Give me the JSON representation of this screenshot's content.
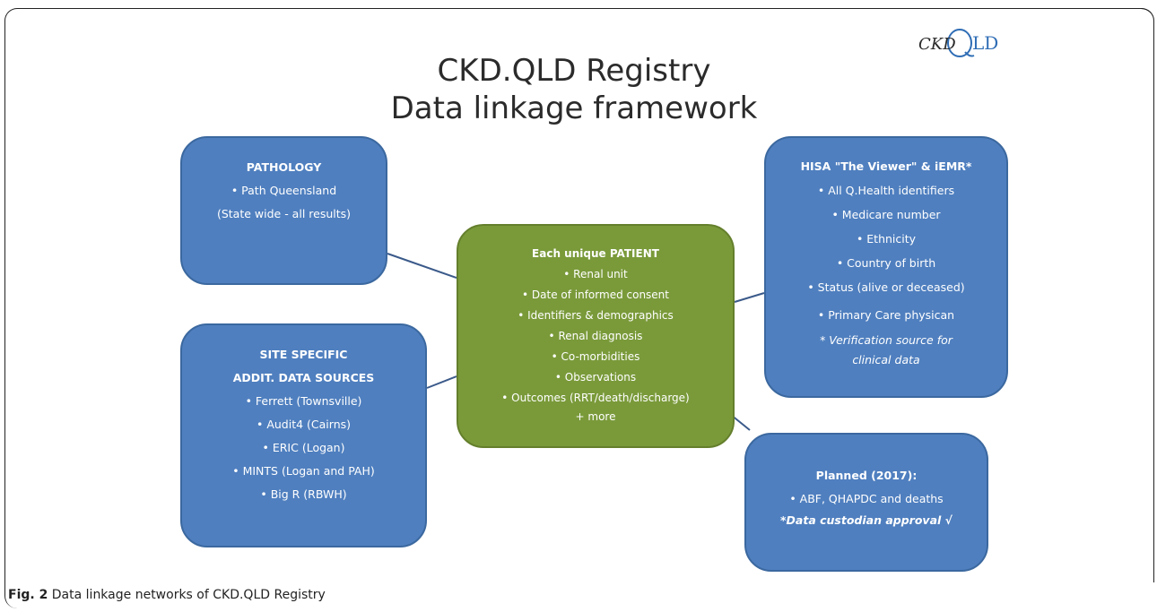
{
  "title": {
    "line1": "CKD.QLD Registry",
    "line2": "Data linkage framework"
  },
  "logo": {
    "text": "CKD LD"
  },
  "colors": {
    "blue": "#4f7fbf",
    "green": "#7a9a3a",
    "connector": "#3b5a8a"
  },
  "boxes": {
    "pathology": {
      "heading": "PATHOLOGY",
      "lines": [
        "• Path Queensland",
        "(State wide  - all results)"
      ]
    },
    "site_specific": {
      "heading1": "SITE SPECIFIC",
      "heading2": "ADDIT. DATA SOURCES",
      "lines": [
        "• Ferrett (Townsville)",
        "• Audit4 (Cairns)",
        "• ERIC (Logan)",
        "• MINTS (Logan and PAH)",
        "• Big R (RBWH)"
      ]
    },
    "patient": {
      "heading": "Each unique PATIENT",
      "lines": [
        "• Renal unit",
        "• Date of informed consent",
        "• Identifiers & demographics",
        "• Renal diagnosis",
        "• Co-morbidities",
        "• Observations",
        "• Outcomes (RRT/death/discharge)",
        "+  more"
      ]
    },
    "hisa": {
      "heading": "HISA  \"The Viewer\"  & iEMR*",
      "lines": [
        "• All Q.Health identifiers",
        "• Medicare  number",
        "• Ethnicity",
        "• Country of birth",
        "• Status (alive or deceased)",
        "• Primary  Care physican"
      ],
      "note1": "* Verification source for",
      "note2": "clinical data"
    },
    "planned": {
      "heading": "Planned (2017):",
      "line1": "• ABF,  QHAPDC and deaths",
      "note": "*Data custodian approval √"
    }
  },
  "caption": {
    "label": "Fig. 2",
    "text": "Data linkage networks of CKD.QLD Registry"
  }
}
